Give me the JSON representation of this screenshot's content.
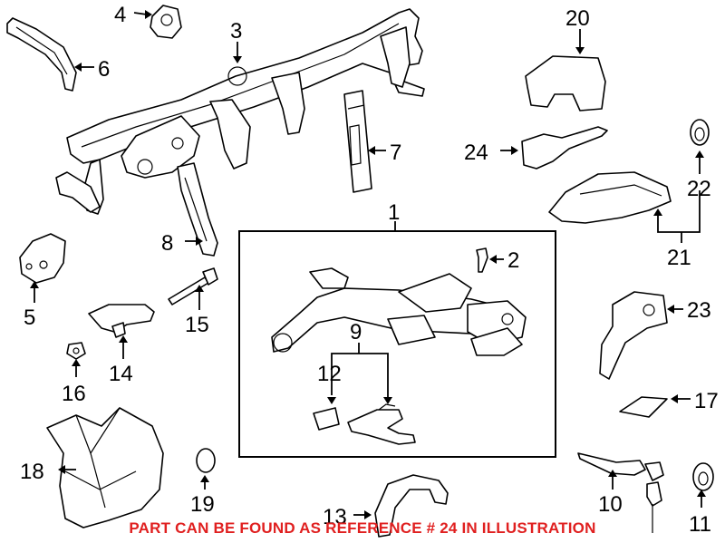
{
  "callouts": [
    "1",
    "2",
    "3",
    "4",
    "5",
    "6",
    "7",
    "8",
    "9",
    "10",
    "11",
    "12",
    "13",
    "14",
    "15",
    "16",
    "17",
    "18",
    "19",
    "20",
    "21",
    "22",
    "23",
    "24"
  ],
  "note": "PART CAN BE FOUND AS REFERENCE # 24 IN ILLUSTRATION",
  "colors": {
    "note": "#e02020",
    "lines": "#000000",
    "background": "#ffffff"
  }
}
